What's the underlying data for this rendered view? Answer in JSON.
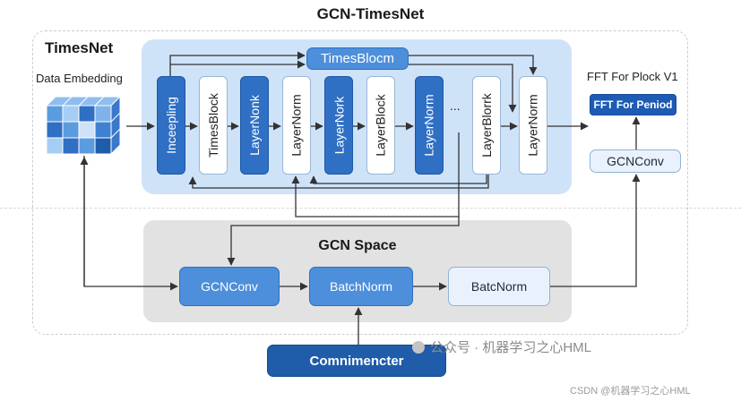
{
  "title": "GCN-TimesNet",
  "timesnet": {
    "label": "TimesNet",
    "top_block": "TimesBlocm",
    "stack": [
      {
        "label": "Inceepling",
        "style": "dark"
      },
      {
        "label": "TimesBlock",
        "style": "light"
      },
      {
        "label": "LayerNonk",
        "style": "dark"
      },
      {
        "label": "LayerNorm",
        "style": "light"
      },
      {
        "label": "LayerNork",
        "style": "dark"
      },
      {
        "label": "LayerBlock",
        "style": "light"
      },
      {
        "label": "LayerNorm",
        "style": "dark"
      },
      {
        "label": "LayerBlorrk",
        "style": "light"
      },
      {
        "label": "LayerNorm",
        "style": "light"
      }
    ],
    "ellipsis": "..."
  },
  "data_embedding": "Data Embedding",
  "fft": {
    "label": "FFT For Plock V1",
    "period": "FFT For Peniod",
    "gcnconv": "GCNConv"
  },
  "gcn_space": {
    "label": "GCN Space",
    "nodes": [
      "GCNConv",
      "BatchNorm",
      "BatcNorm"
    ]
  },
  "bottom_block": "Comnimencter",
  "watermark": "公众号 · 机器学习之心HML",
  "csdn": "CSDN @机器学习之心HML",
  "colors": {
    "dark_block": "#2f6fc4",
    "panel_blue": "#cfe3f8",
    "panel_gray": "#e2e2e2",
    "navy": "#1f5caa"
  }
}
